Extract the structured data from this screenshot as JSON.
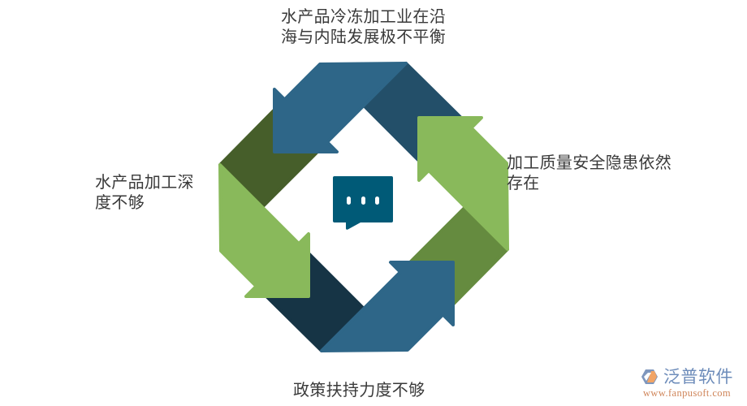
{
  "diagram": {
    "type": "cycle",
    "colors": {
      "blue_light": "#2e6688",
      "blue_dark_top": "#234f69",
      "blue_dark_bottom": "#163445",
      "green_light": "#89b95b",
      "green_dark_left": "#465e2a",
      "green_dark_right": "#658b3f",
      "center_icon": "#005a77",
      "center_icon_dots": "#ffffff"
    },
    "center_icon": "chat-bubble-icon",
    "arrows": [
      {
        "position": "top",
        "color": "blue",
        "direction": "left"
      },
      {
        "position": "left",
        "color": "green",
        "direction": "down"
      },
      {
        "position": "bottom",
        "color": "blue",
        "direction": "right"
      },
      {
        "position": "right",
        "color": "green",
        "direction": "up"
      }
    ],
    "labels": {
      "top": {
        "lines": [
          "水产品冷冻加工业在沿",
          "海与内陆发展极不平衡"
        ]
      },
      "right": {
        "lines": [
          "加工质量安全隐患依然",
          "存在"
        ]
      },
      "left": {
        "lines": [
          "水产品加工深",
          "度不够"
        ]
      },
      "bottom": {
        "lines": [
          "政策扶持力度不够"
        ]
      }
    }
  },
  "logo": {
    "icon": "fanpu-logo-icon",
    "name": "泛普软件",
    "url": "www.fanpusoft.com",
    "colors": {
      "icon_blue": "#7f97bd",
      "icon_orange": "#f2a465"
    }
  }
}
